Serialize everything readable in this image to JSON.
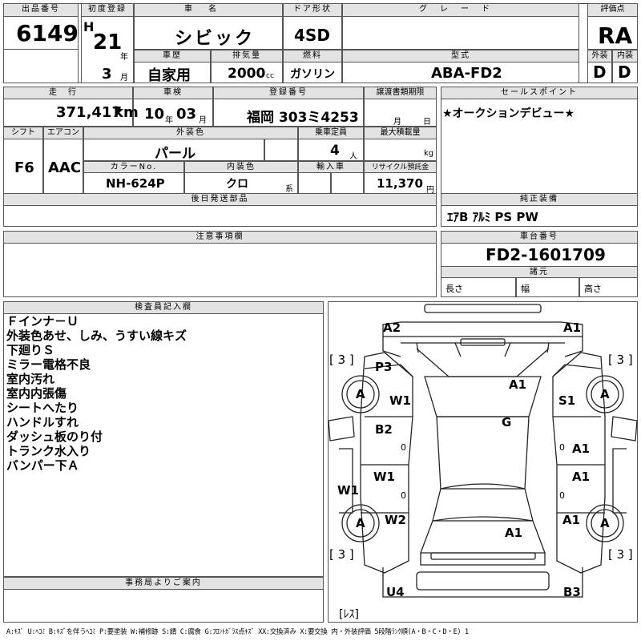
{
  "header": {
    "lot_no_label": "出品番号",
    "lot_no": "6149",
    "first_reg_label": "初度登録",
    "era": "H",
    "year": "21",
    "year_unit": "年",
    "month": "3",
    "month_unit": "月",
    "car_name_label": "車名",
    "car_name": "シビック",
    "door_label": "ドア形状",
    "door": "4SD",
    "grade_label": "グレード",
    "grade": "",
    "score_label": "評価点",
    "score": "RA",
    "history_label": "車歴",
    "history": "自家用",
    "displacement_label": "排気量",
    "displacement": "2000",
    "displacement_unit": "cc",
    "fuel_label": "燃料",
    "fuel": "ガソリン",
    "model_label": "型式",
    "model": "ABA-FD2",
    "ext_label": "外装",
    "ext": "D",
    "int_label": "内装",
    "int": "D"
  },
  "row2": {
    "mileage_label": "走行",
    "mileage": "371,417",
    "mileage_unit": "km",
    "inspection_label": "車検",
    "inspection_year": "10",
    "inspection_year_unit": "年",
    "inspection_month": "03",
    "inspection_month_unit": "月",
    "plate_label": "登録番号",
    "plate": "福岡 303ミ4253",
    "transfer_label": "譲渡書類期限",
    "transfer_month_unit": "月",
    "transfer_day_unit": "日",
    "shift_label": "シフト",
    "shift": "F6",
    "ac_label": "エアコン",
    "ac": "AAC",
    "color_label": "外装色",
    "color": "パール",
    "capacity_label": "乗車定員",
    "capacity": "4",
    "capacity_unit": "人",
    "load_label": "最大積載量",
    "load_unit": "kg",
    "color_no_label": "カラーNo.",
    "color_no": "NH-624P",
    "interior_color_label": "内装色",
    "interior_color": "クロ",
    "interior_color_unit": "系",
    "import_label": "輸入車",
    "recycle_label": "リサイクル預託金",
    "recycle": "11,370",
    "recycle_unit": "円"
  },
  "sales_point": {
    "label": "セールスポイント",
    "text": "★オークションデビュー★"
  },
  "later_parts": {
    "label": "後日発送部品"
  },
  "equipment": {
    "label": "純正装備",
    "text": "ｴｱB ｱﾙﾐ PS PW"
  },
  "caution": {
    "label": "注意事項欄"
  },
  "chassis": {
    "label": "車台番号",
    "number": "FD2-1601709",
    "dims_label": "諸元",
    "length_label": "長さ",
    "width_label": "幅",
    "height_label": "高さ"
  },
  "inspector": {
    "label": "検査員記入欄",
    "notes": [
      "Ｆインナ－Ｕ",
      "外装色あせ、しみ、うすい線キズ",
      "下廻りＳ",
      "ミラー電格不良",
      "室内汚れ",
      "室内内張傷",
      "シートへたり",
      "ハンドルすれ",
      "ダッシュ板のり付",
      "トランク水入り",
      "バンパー下Ａ"
    ]
  },
  "office": {
    "label": "事務局よりご案内"
  },
  "diagram": {
    "codes": {
      "a2": "A2",
      "a1_front": "A1",
      "p3": "P3",
      "a1_hood": "A1",
      "w1_fl": "W1",
      "s1": "S1",
      "b2": "B2",
      "g": "G",
      "a1_rd1": "A1",
      "w1_rl": "W1",
      "a1_rd2": "A1",
      "w1_side": "W1",
      "w2": "W2",
      "a1_roof": "A1",
      "a1_rq": "A1",
      "u4": "U4",
      "b3": "B3",
      "tire_fl": "A",
      "tire_fr": "A",
      "tire_rl": "A",
      "tire_rr": "A",
      "zero": "0"
    },
    "tread_tl": "[ 3 ]",
    "tread_tr": "[ 3 ]",
    "tread_bl": "[ 3 ]",
    "tread_br": "[ 3 ]",
    "spare_tire": "[ﾚｽ]"
  },
  "legend": "A:ｷｽﾞ U:ﾍｺﾐ B:ｷｽﾞを伴うﾍｺﾐ P:要塗装 W:補修跡 S:錆 C:腐食 G:ﾌﾛﾝﾄｶﾞﾗｽ点ｷｽﾞ XX:交換済み X:要交換 内・外装評価 5段階ﾗﾝｸ順(A・B・C・D・E) 1"
}
